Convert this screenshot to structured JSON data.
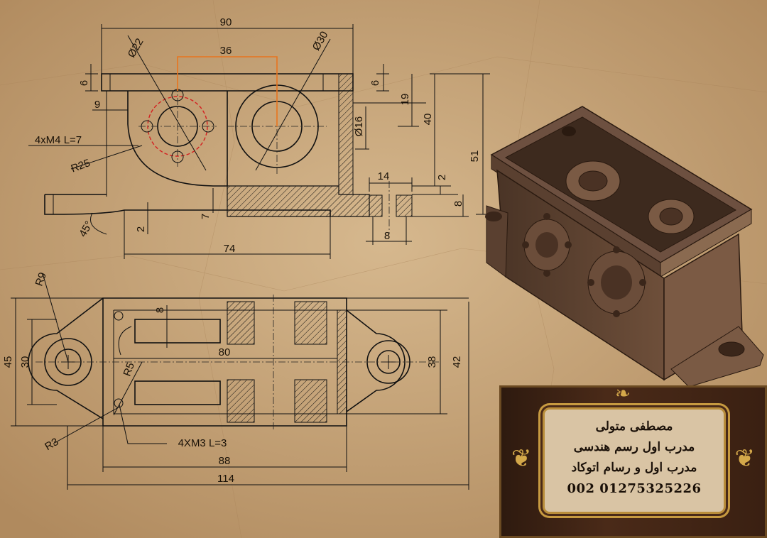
{
  "drawing": {
    "front_view_dims": {
      "overall_width": "90",
      "hole_dia_left": "Ø22",
      "hole_dia_right": "Ø30",
      "hole_spacing": "36",
      "top_thickness_left": "6",
      "top_thickness_right": "6",
      "left_inset": "9",
      "bolt_callout": "4xM4 L=7",
      "fillet_radius": "R25",
      "inner_dia": "Ø16",
      "height_19": "19",
      "height_40": "40",
      "height_51": "51",
      "boss_width": "14",
      "step_2": "2",
      "base_height": "8",
      "chamfer_angle": "45°",
      "lip_2": "2",
      "base_thk": "7",
      "base_length": "74",
      "hole_8": "8"
    },
    "top_view_dims": {
      "ear_radius": "R9",
      "height_45": "45",
      "height_30": "30",
      "slot_8": "8",
      "inner_length": "80",
      "fillet_r5": "R5",
      "corner_r3": "R3",
      "screw_callout": "4XM3 L=3",
      "length_88": "88",
      "overall_length": "114",
      "width_38": "38",
      "width_42": "42"
    }
  },
  "plaque": {
    "name": "مصطفى متولى",
    "line2": "مدرب اول رسم هندسى",
    "line3": "مدرب اول و رسام اتوكاد",
    "phone": "002 01275325226"
  },
  "colors": {
    "paper": "#c7a57a",
    "ink": "#111111",
    "highlight_red": "#d42020",
    "highlight_orange": "#e8741e",
    "model": "#5a4030"
  }
}
